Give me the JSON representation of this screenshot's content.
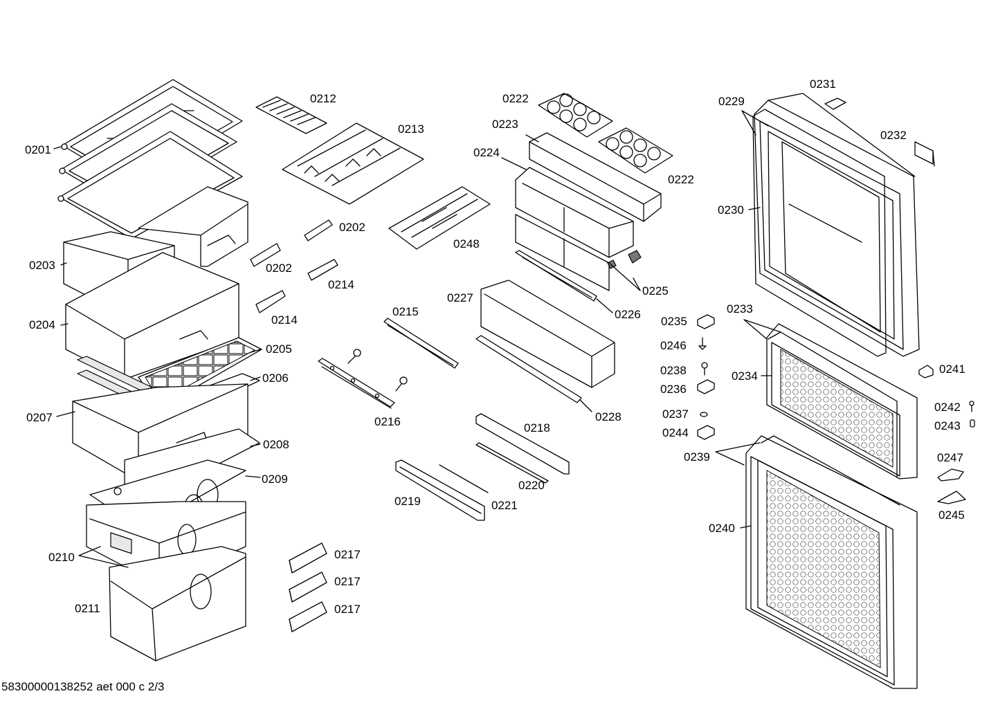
{
  "footer": {
    "doc_code": "58300000138252 aet 000 c 2/3"
  },
  "labels": {
    "l0201": "0201",
    "l0212": "0212",
    "l0213": "0213",
    "l0202a": "0202",
    "l0202b": "0202",
    "l0203": "0203",
    "l0214a": "0214",
    "l0214b": "0214",
    "l0248": "0248",
    "l0204": "0204",
    "l0205": "0205",
    "l0206": "0206",
    "l0207": "0207",
    "l0208": "0208",
    "l0209": "0209",
    "l0210": "0210",
    "l0211": "0211",
    "l0215": "0215",
    "l0216": "0216",
    "l0217a": "0217",
    "l0217b": "0217",
    "l0217c": "0217",
    "l0218": "0218",
    "l0219": "0219",
    "l0220": "0220",
    "l0221": "0221",
    "l0222a": "0222",
    "l0222b": "0222",
    "l0223": "0223",
    "l0224": "0224",
    "l0225": "0225",
    "l0226": "0226",
    "l0227": "0227",
    "l0228": "0228",
    "l0229": "0229",
    "l0230": "0230",
    "l0231": "0231",
    "l0232": "0232",
    "l0233": "0233",
    "l0234": "0234",
    "l0235": "0235",
    "l0246": "0246",
    "l0238": "0238",
    "l0236": "0236",
    "l0237": "0237",
    "l0244": "0244",
    "l0239": "0239",
    "l0240": "0240",
    "l0241": "0241",
    "l0242": "0242",
    "l0243": "0243",
    "l0247": "0247",
    "l0245": "0245"
  }
}
